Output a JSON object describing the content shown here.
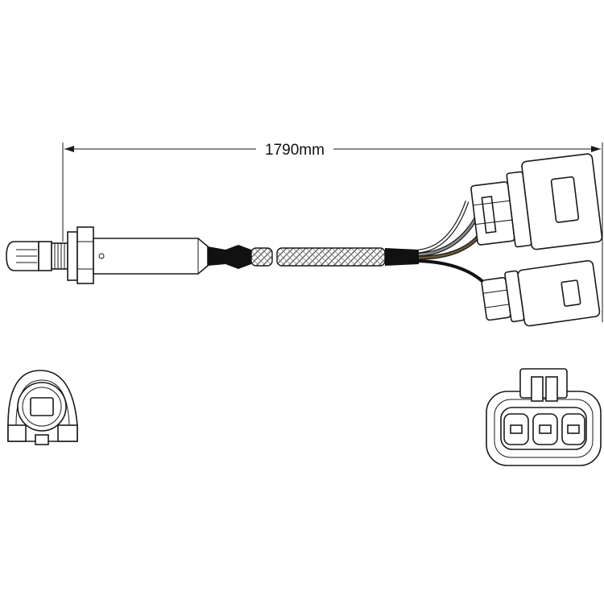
{
  "dimension": {
    "length_label": "1790mm"
  },
  "colors": {
    "line": "#1a1a1a",
    "braid": "#5a5a5a",
    "wire_grey": "#8a8a8a",
    "wire_brown": "#6b5a3a",
    "wire_white": "#ffffff",
    "wire_black": "#111111",
    "background": "#ffffff"
  },
  "icons": [
    "sensor-face-view",
    "connector-face-view"
  ]
}
